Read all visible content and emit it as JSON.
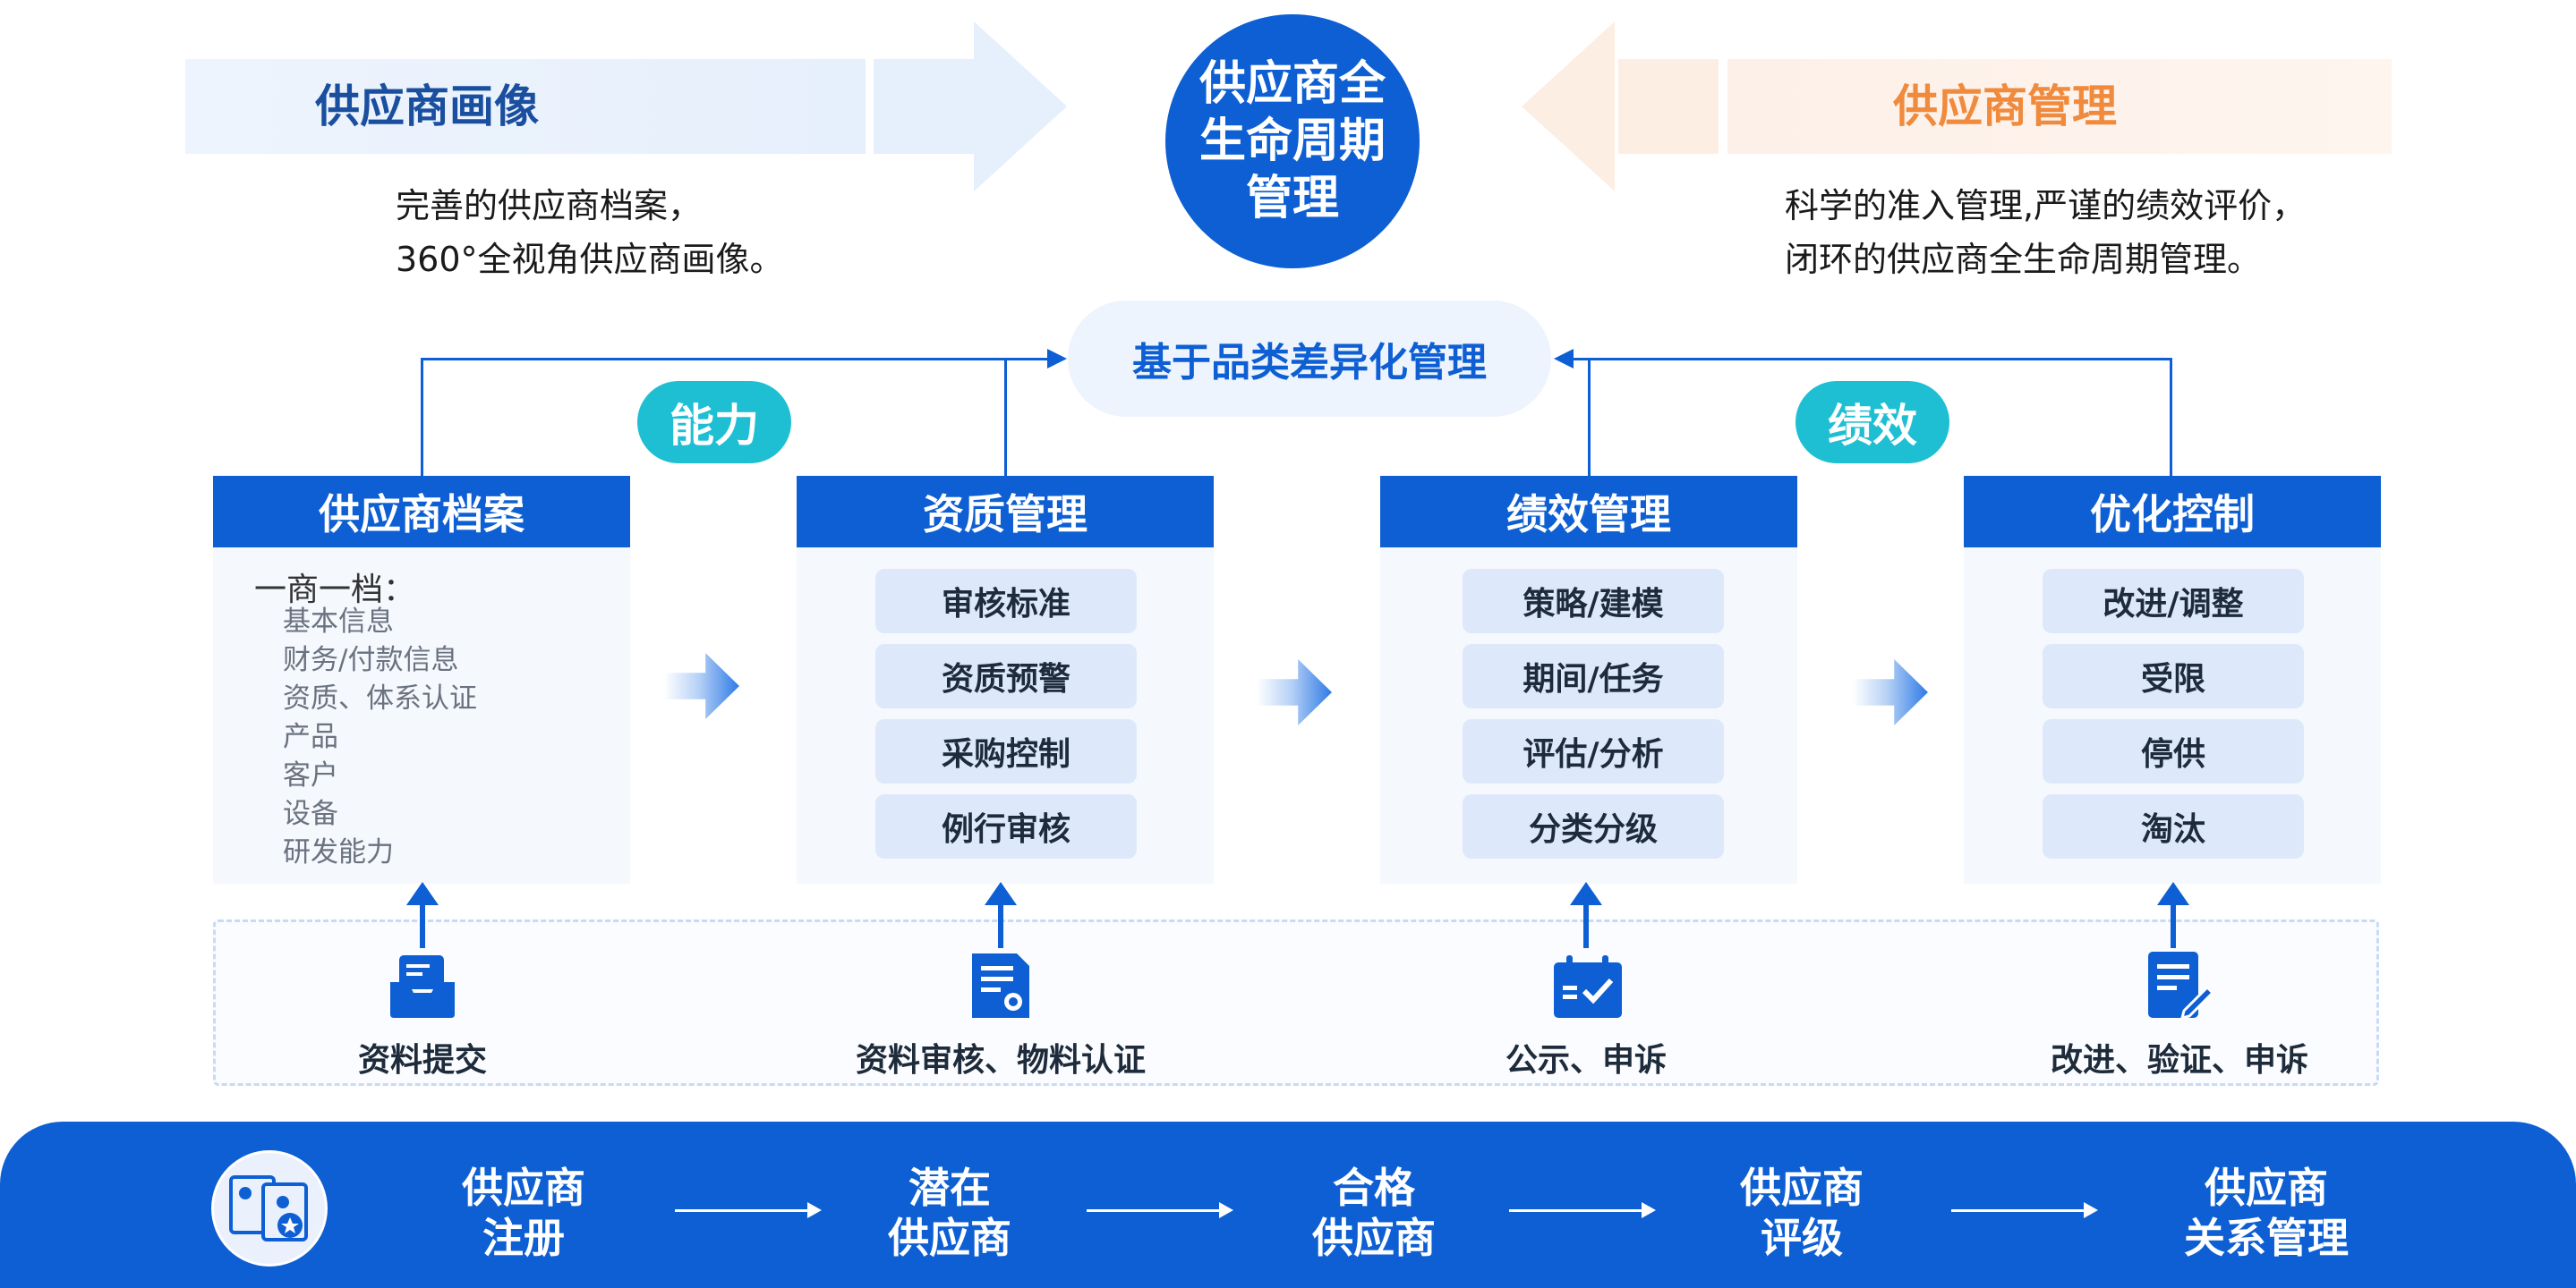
{
  "top_left": {
    "title": "供应商画像",
    "desc_line1": "完善的供应商档案，",
    "desc_line2": "360°全视角供应商画像。"
  },
  "top_right": {
    "title": "供应商管理",
    "desc_line1": "科学的准入管理,严谨的绩效评价，",
    "desc_line2": "闭环的供应商全生命周期管理。"
  },
  "center_circle": "供应商全\n生命周期\n管理",
  "mid_pill": "基于品类差异化管理",
  "tags": {
    "left": "能力",
    "right": "绩效"
  },
  "cards": [
    {
      "title": "供应商档案",
      "archive_title": "一商一档：",
      "archive_items": [
        "基本信息",
        "财务/付款信息",
        "资质、体系认证",
        "产品",
        "客户",
        "设备",
        "研发能力"
      ]
    },
    {
      "title": "资质管理",
      "items": [
        "审核标准",
        "资质预警",
        "采购控制",
        "例行审核"
      ]
    },
    {
      "title": "绩效管理",
      "items": [
        "策略/建模",
        "期间/任务",
        "评估/分析",
        "分类分级"
      ]
    },
    {
      "title": "优化控制",
      "items": [
        "改进/调整",
        "受限",
        "停供",
        "淘汰"
      ]
    }
  ],
  "processes": [
    {
      "label": "资料提交",
      "icon": "inbox-icon"
    },
    {
      "label": "资料审核、物料认证",
      "icon": "document-certificate-icon"
    },
    {
      "label": "公示、申诉",
      "icon": "calendar-check-icon"
    },
    {
      "label": "改进、验证、申诉",
      "icon": "edit-document-icon"
    }
  ],
  "stages": [
    "供应商\n注册",
    "潜在\n供应商",
    "合格\n供应商",
    "供应商\n评级",
    "供应商\n关系管理"
  ],
  "colors": {
    "primary": "#0d5fd3",
    "accent_orange": "#f08a3c",
    "teal": "#1fbfd3",
    "title_blue": "#1a4fa0"
  }
}
